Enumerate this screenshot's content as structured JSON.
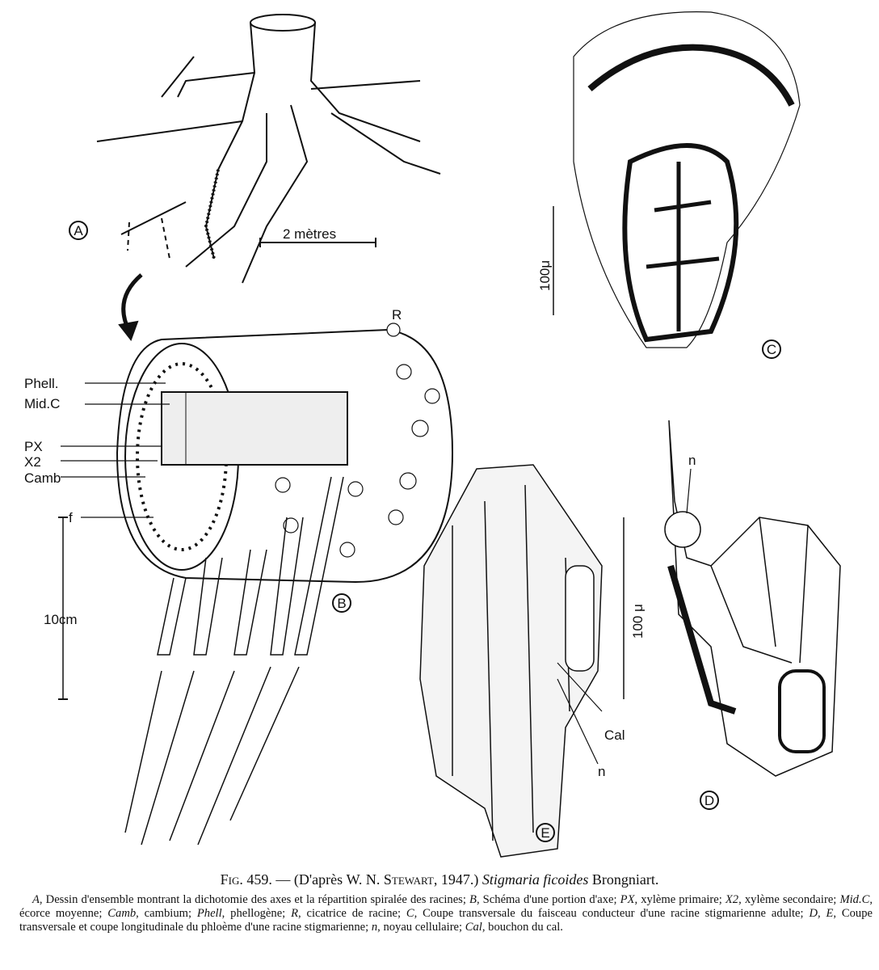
{
  "panels": {
    "A": {
      "label": "A",
      "scale": "2 mètres"
    },
    "B": {
      "label": "B",
      "labels": [
        "Phell.",
        "Mid.C",
        "PX",
        "X2",
        "Camb",
        "f",
        "R"
      ],
      "scale": "10cm"
    },
    "C": {
      "label": "C",
      "scale": "100μ"
    },
    "D": {
      "label": "D",
      "labels": [
        "n"
      ]
    },
    "E": {
      "label": "E",
      "labels": [
        "Cal",
        "n"
      ],
      "scale": "100 μ"
    }
  },
  "caption": {
    "fig": "Fig. 459.",
    "dash": " — (D'après ",
    "author": "W. N. Stewart",
    "year": ", 1947.) ",
    "species": "Stigmaria ficoides",
    "authority": " Brongniart.",
    "parts": [
      {
        "k": "A",
        "t": ", Dessin d'ensemble montrant la dichotomie des axes et la répartition spiralée des racines; "
      },
      {
        "k": "B",
        "t": ", Schéma d'une portion d'axe; "
      },
      {
        "k": "PX",
        "t": ", xylème primaire; "
      },
      {
        "k": "X2",
        "t": ", xylème secondaire; "
      },
      {
        "k": "Mid.C",
        "t": ", écorce moyenne; "
      },
      {
        "k": "Camb",
        "t": ", cambium; "
      },
      {
        "k": "Phell",
        "t": ", phellogène; "
      },
      {
        "k": "R",
        "t": ", cicatrice de racine; "
      },
      {
        "k": "C",
        "t": ", Coupe transversale du faisceau conducteur d'une racine stigmarienne adulte; "
      },
      {
        "k": "D, E",
        "t": ", Coupe transversale et coupe longitudinale du phloème d'une racine stigmarienne; "
      },
      {
        "k": "n",
        "t": ", noyau cellulaire; "
      },
      {
        "k": "Cal",
        "t": ", bouchon du cal."
      }
    ]
  }
}
